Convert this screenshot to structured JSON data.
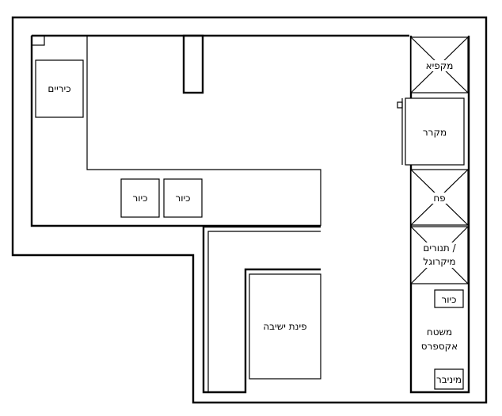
{
  "labels": {
    "sinks_left": "כיריים",
    "sink_1": "כיור",
    "sink_2": "כיור",
    "coffee": "מקפיא",
    "fridge": "מקרר",
    "trash": "פח",
    "ovens_line1": "תנורים /",
    "ovens_line2": "מיקרוגל",
    "sink_small": "כיור",
    "express_line1": "משטח",
    "express_line2": "אקספרס",
    "minibar": "מיניבר",
    "seating": "פינת ישיבה"
  }
}
